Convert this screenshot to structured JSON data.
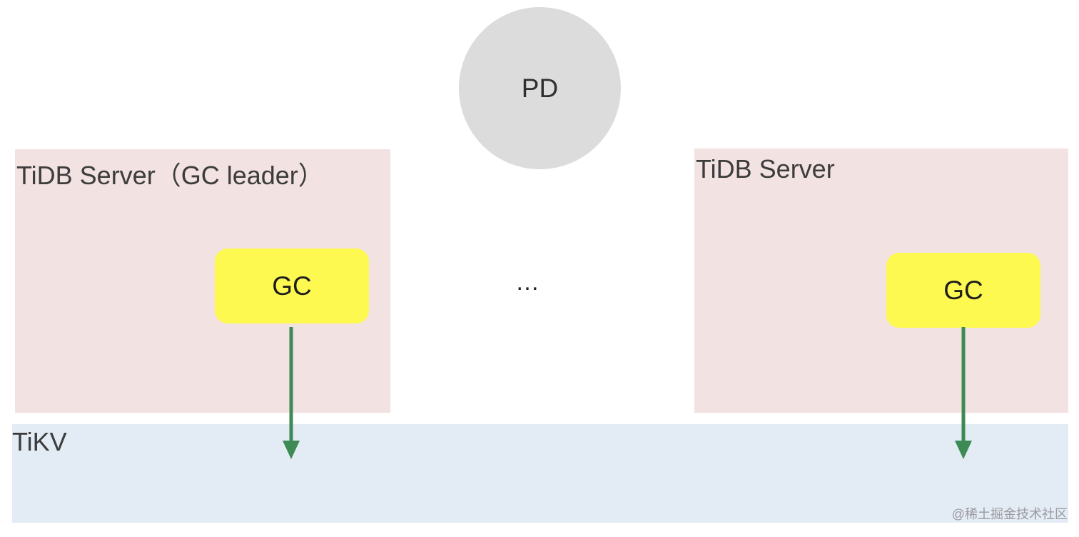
{
  "diagram": {
    "pd": {
      "label": "PD"
    },
    "servers": [
      {
        "title": "TiDB Server（GC leader）",
        "gc_label": "GC"
      },
      {
        "title": "TiDB Server",
        "gc_label": "GC"
      }
    ],
    "ellipsis": "…",
    "storage": {
      "label": "TiKV"
    },
    "watermark": "@稀土掘金技术社区",
    "colors": {
      "pd_fill": "#dcdcdc",
      "server_fill": "#f2e2e1",
      "gc_fill": "#fdf951",
      "storage_fill": "#e3ebf4",
      "arrow": "#3d8a55"
    }
  }
}
